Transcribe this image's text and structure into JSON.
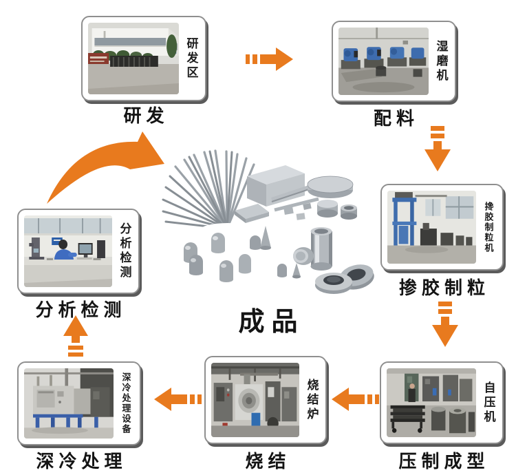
{
  "colors": {
    "accent": "#e87a1e",
    "text": "#161616"
  },
  "center": {
    "caption": "成品"
  },
  "stations": {
    "rd": {
      "tag": "研发区",
      "caption": "研发"
    },
    "batching": {
      "tag": "湿磨机",
      "caption": "配料"
    },
    "granulation": {
      "tag": "搀胶制粒机",
      "caption": "掺胶制粒"
    },
    "pressing": {
      "tag": "自压机",
      "caption": "压制成型"
    },
    "sintering": {
      "tag": "烧结炉",
      "caption": "烧结"
    },
    "cryogenic": {
      "tag": "深冷处理设备",
      "caption": "深冷处理"
    },
    "analysis": {
      "tag": "分析检测",
      "caption": "分析检测"
    }
  }
}
